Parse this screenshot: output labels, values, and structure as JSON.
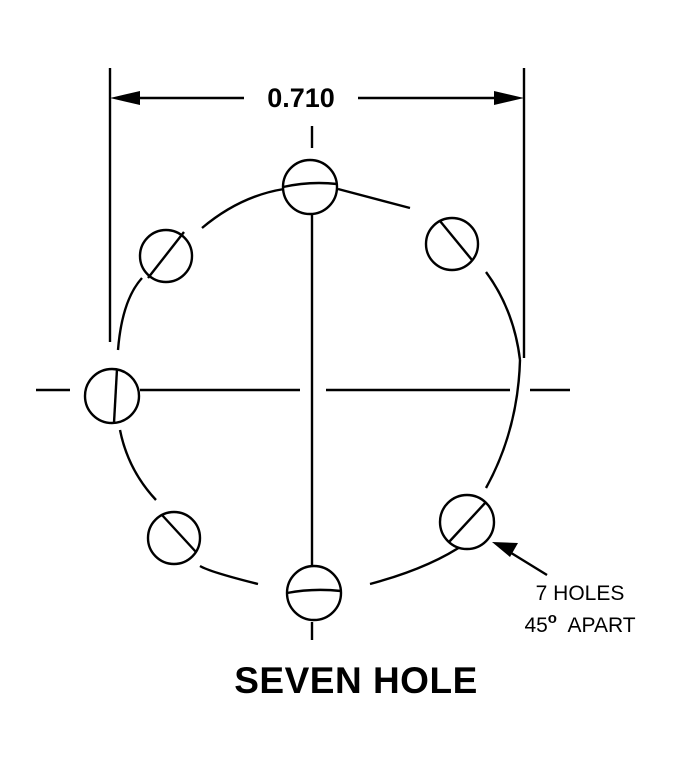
{
  "dimension": {
    "value": "0.710"
  },
  "callout": {
    "count_line": "7 HOLES",
    "angle_number": "45",
    "degree_symbol": "o",
    "apart_word": "APART"
  },
  "caption": "SEVEN HOLE"
}
